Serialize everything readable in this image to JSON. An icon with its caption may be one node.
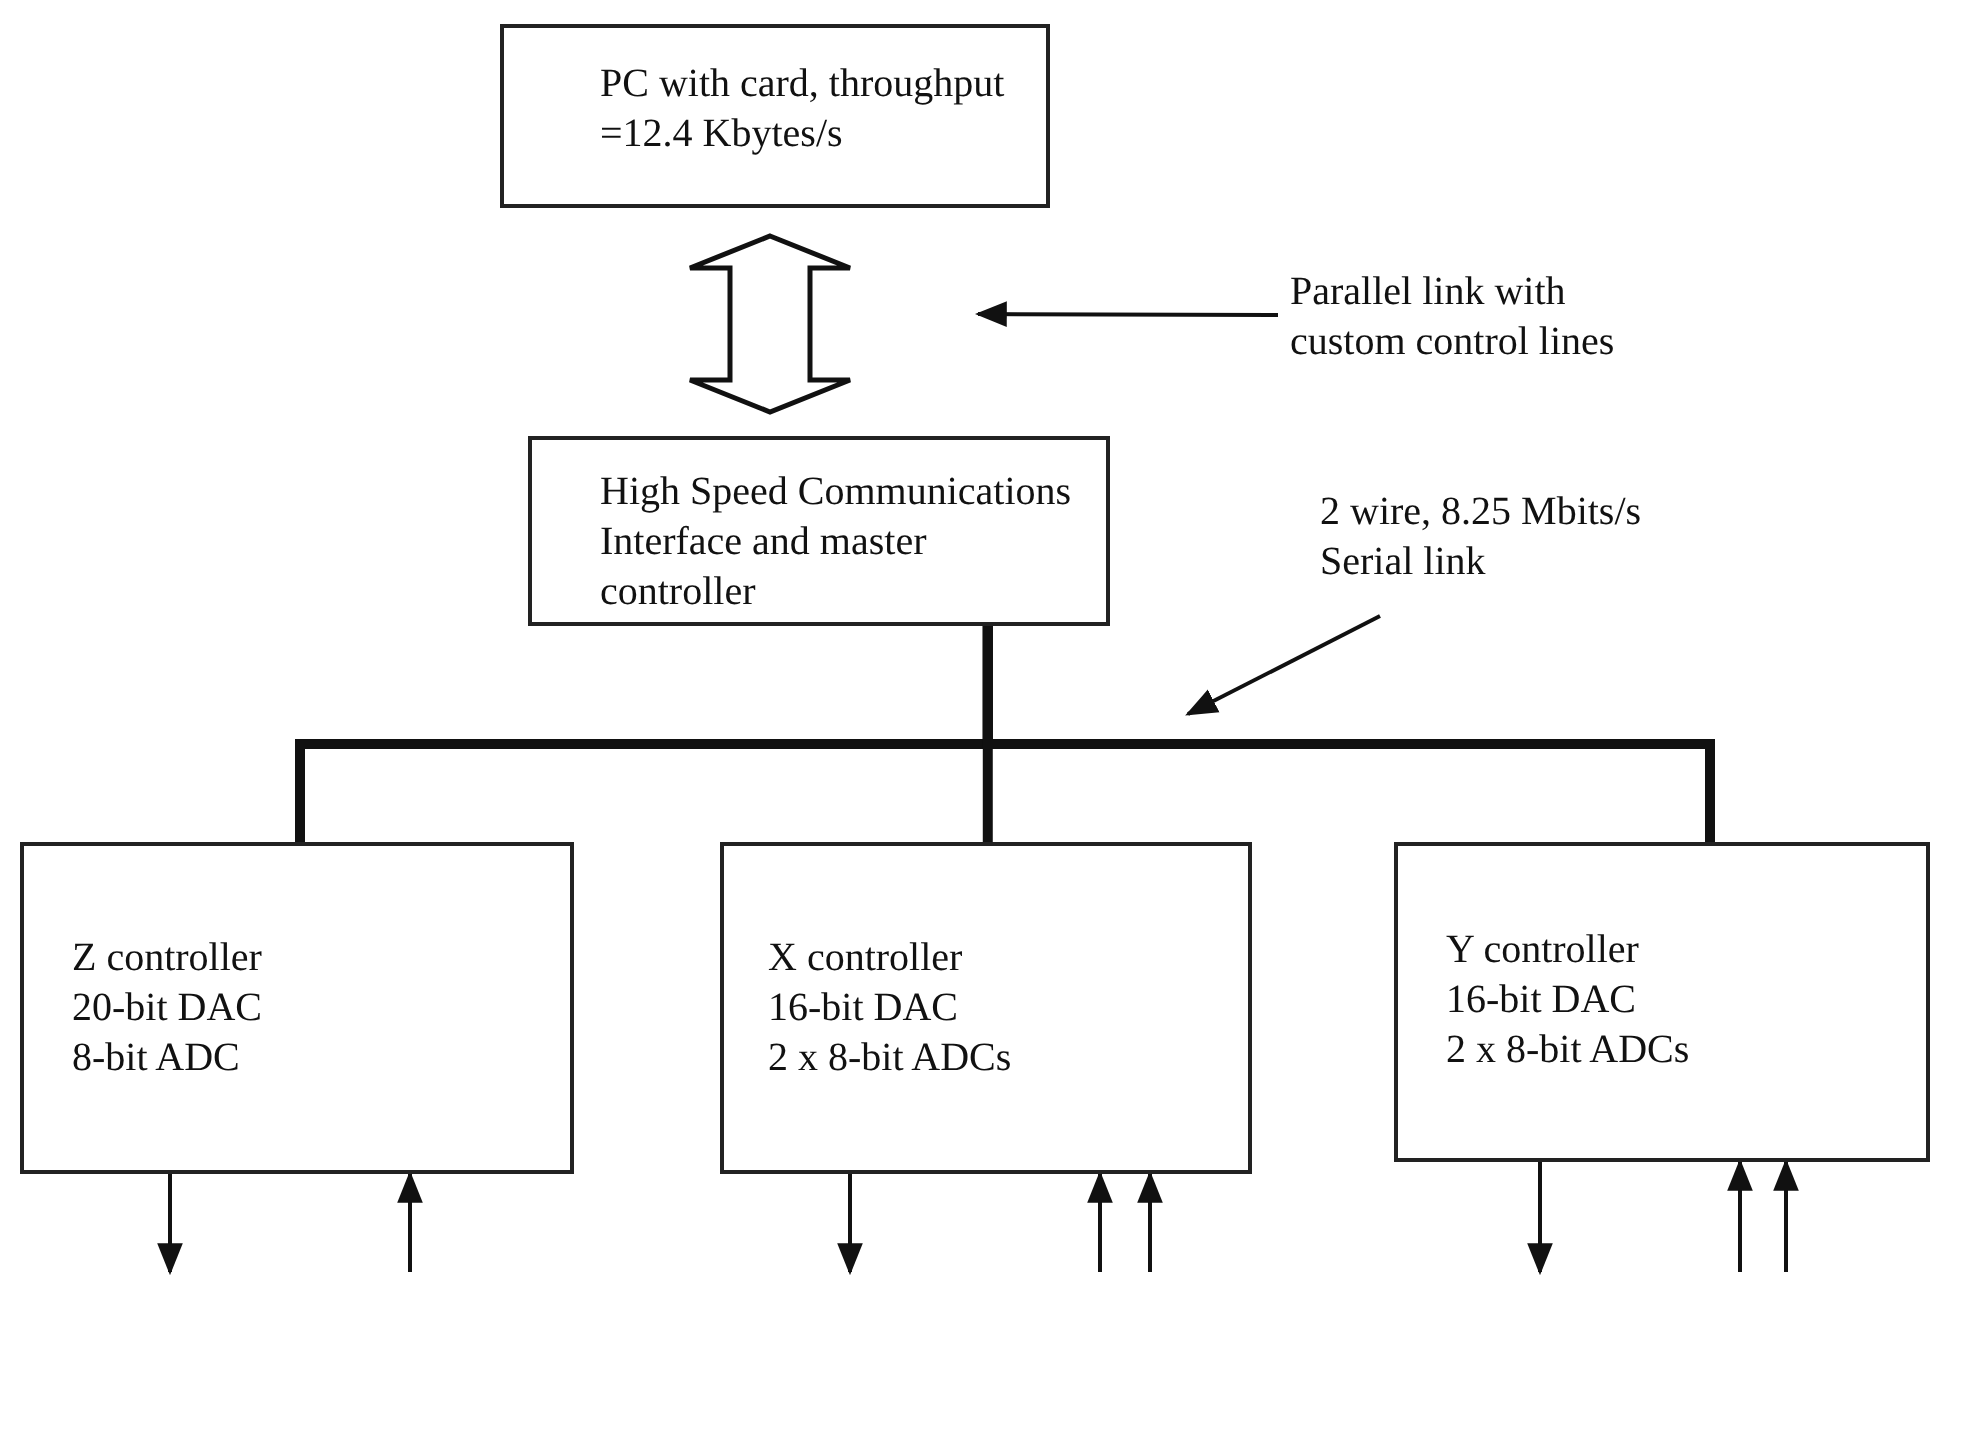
{
  "diagram": {
    "nodes": [
      {
        "text": [
          "PC with card, throughput =12.4 Kbytes/s"
        ]
      },
      {
        "text": [
          "Parallel link with custom control lines"
        ]
      },
      {
        "text": [
          "High Speed Communications Interface and master controller"
        ]
      },
      {
        "text": [
          "2 wire, 8.25 Mbits/s Serial link"
        ]
      },
      {
        "text": [
          "Z controller",
          "20-bit DAC",
          "8-bit ADC"
        ]
      },
      {
        "text": [
          "X controller",
          "16-bit DAC",
          "2 x 8-bit ADCs"
        ]
      },
      {
        "text": [
          "Y controller",
          "16-bit DAC",
          "2 x 8-bit ADCs"
        ]
      }
    ],
    "edges": [
      {
        "from": 0,
        "to": 2,
        "arrow": "both",
        "style": "thick"
      },
      {
        "from": 1,
        "to": null,
        "arrow": "to"
      },
      {
        "from": 2,
        "to": 4,
        "arrow": "none",
        "style": "thick"
      },
      {
        "from": 2,
        "to": 5,
        "arrow": "none",
        "style": "thick"
      },
      {
        "from": 2,
        "to": 6,
        "arrow": "none",
        "style": "thick"
      },
      {
        "from": 3,
        "to": null,
        "arrow": "to"
      },
      {
        "from": 4,
        "to": null,
        "arrow": "to"
      },
      {
        "from": null,
        "to": 4,
        "arrow": "to"
      },
      {
        "from": 5,
        "to": null,
        "arrow": "to"
      },
      {
        "from": null,
        "to": 5,
        "arrow": "to"
      },
      {
        "from": null,
        "to": 5,
        "arrow": "to"
      },
      {
        "from": 6,
        "to": null,
        "arrow": "to"
      },
      {
        "from": null,
        "to": 6,
        "arrow": "to"
      },
      {
        "from": null,
        "to": 6,
        "arrow": "to"
      }
    ]
  }
}
